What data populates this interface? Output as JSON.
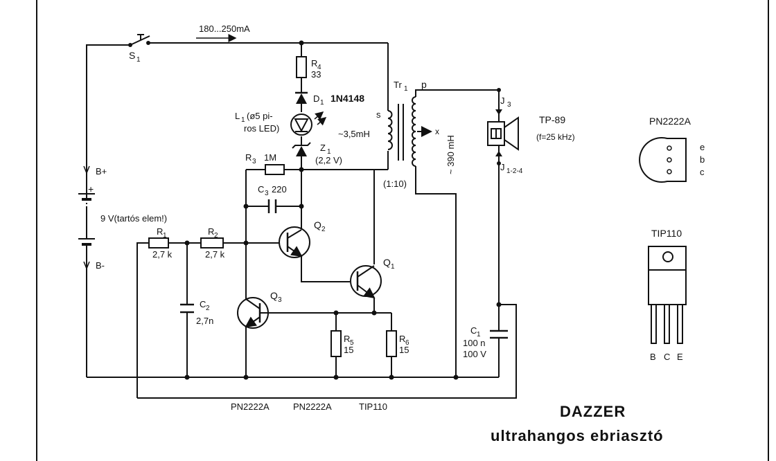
{
  "title": {
    "line1": "DAZZER",
    "line2": "ultrahangos ebriasztó"
  },
  "switch": {
    "name": "S",
    "sub": "1"
  },
  "current": "180...250mA",
  "battery": {
    "pos_label": "B+",
    "neg_label": "B-",
    "plus": "+",
    "voltage": "9 V(tartós elem!)"
  },
  "R4": {
    "name": "R",
    "sub": "4",
    "value": "33"
  },
  "D1": {
    "name": "D",
    "sub": "1",
    "part": "1N4148"
  },
  "L1": {
    "name": "L",
    "sub": "1",
    "line1": "(ø5 pi-",
    "line2": "ros LED)"
  },
  "Z1": {
    "name": "Z",
    "sub": "1",
    "value": "(2,2 V)"
  },
  "R3": {
    "name": "R",
    "sub": "3",
    "value": "1M"
  },
  "C3": {
    "name": "C",
    "sub": "3",
    "value": "220"
  },
  "Q2": {
    "name": "Q",
    "sub": "2"
  },
  "Q1": {
    "name": "Q",
    "sub": "1"
  },
  "Q3": {
    "name": "Q",
    "sub": "3"
  },
  "R1": {
    "name": "R",
    "sub": "1",
    "value": "2,7 k"
  },
  "R2": {
    "name": "R",
    "sub": "2",
    "value": "2,7 k"
  },
  "C2": {
    "name": "C",
    "sub": "2",
    "value": "2,7n"
  },
  "R5": {
    "name": "R",
    "sub": "5",
    "value": "15"
  },
  "R6": {
    "name": "R",
    "sub": "6",
    "value": "15"
  },
  "C1": {
    "name": "C",
    "sub": "1",
    "line1": "100 n",
    "line2": "100 V"
  },
  "Tr1": {
    "name": "Tr",
    "sub": "1",
    "s": "s",
    "p": "p",
    "s_value": "~3,5mH",
    "p_value": "~ 390 mH",
    "ratio": "(1:10)",
    "tap": "x"
  },
  "J3": {
    "name": "J",
    "sub": "3"
  },
  "J124": {
    "name": "J",
    "sub": "1-2-4"
  },
  "speaker": {
    "part": "TP-89",
    "freq": "(f=25 kHz)"
  },
  "pn2222a_pinout": {
    "title": "PN2222A",
    "pins": [
      "e",
      "b",
      "c"
    ]
  },
  "tip110_pinout": {
    "title": "TIP110",
    "pins": [
      "B",
      "C",
      "E"
    ]
  },
  "bottom_labels": [
    "PN2222A",
    "PN2222A",
    "TIP110"
  ]
}
